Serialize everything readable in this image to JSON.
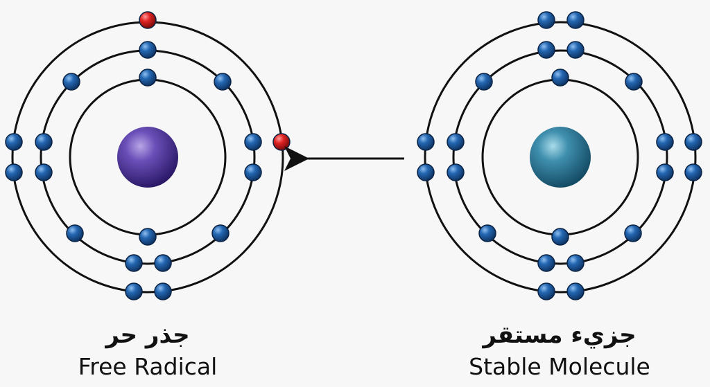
{
  "free_radical": {
    "label_ar": "جذر حر",
    "label_en": "Free Radical",
    "nucleus_color": "#5a3fa0",
    "unpaired_electron_color": "#d42a2a"
  },
  "stable_molecule": {
    "label_ar": "جزيء مستقر",
    "label_en": "Stable Molecule",
    "nucleus_color": "#3a89a8"
  },
  "electron_color": "#1f5fa8",
  "orbit_color": "#111111",
  "arrow_direction": "right-to-left"
}
